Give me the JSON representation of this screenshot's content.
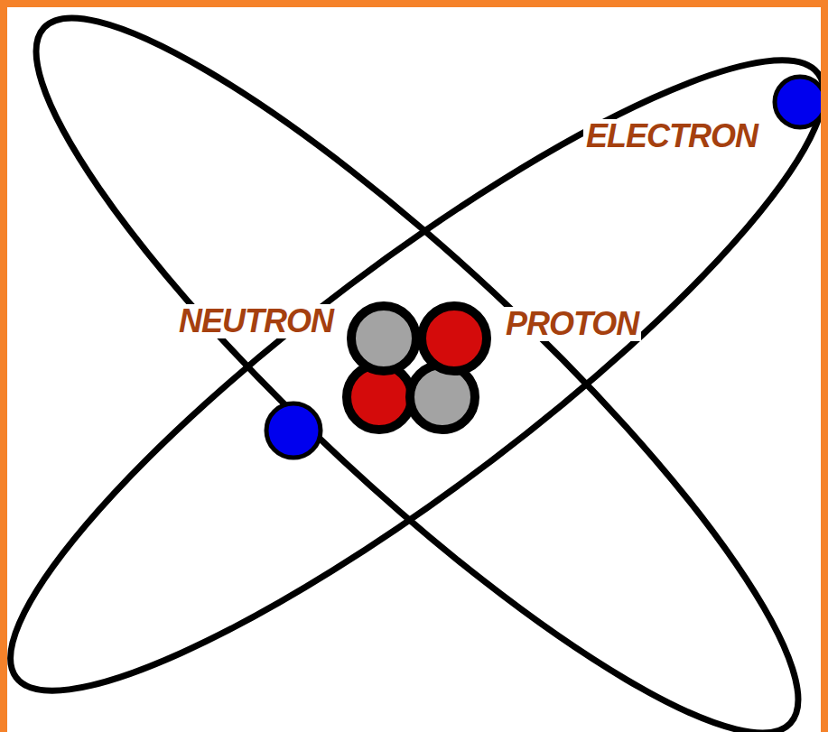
{
  "diagram": {
    "labels": [
      "ELECTRON",
      "NEUTRON",
      "PROTON"
    ]
  }
}
